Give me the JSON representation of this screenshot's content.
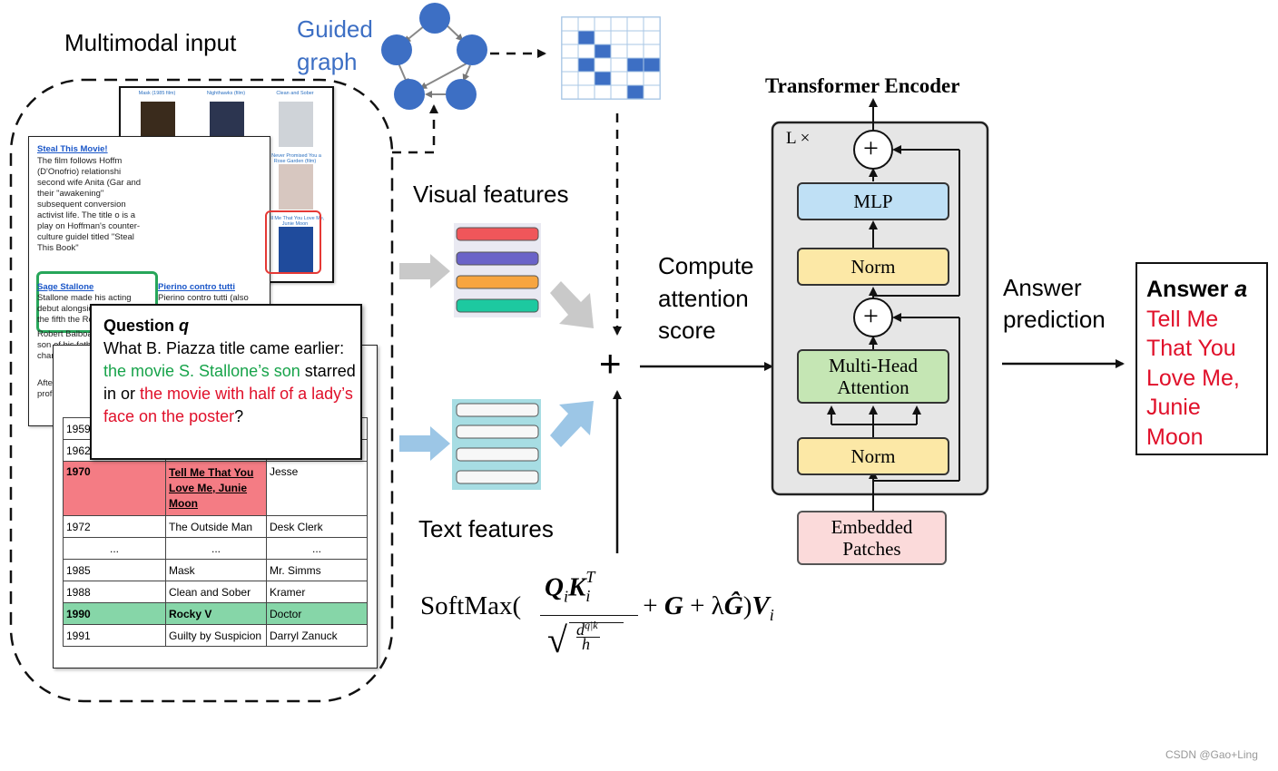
{
  "title": "Multimodal input",
  "guided_graph_label": "Guided\ngraph",
  "visual_features_label": "Visual features",
  "text_features_label": "Text features",
  "compute_label": "Compute\nattention\nscore",
  "answer_prediction_label": "Answer\nprediction",
  "plus_symbol": "+",
  "formula": {
    "softmax": "SoftMax(",
    "num": "Q",
    "num_sub": "i",
    "k": "K",
    "k_sup": "T",
    "k_sub": "i",
    "den_d": "d",
    "den_sup": "q|k",
    "den_h": "h",
    "tail_plus1": " + ",
    "g": "G",
    "tail_plus2": " + λ",
    "ghat": "Ĝ",
    "close": ")",
    "v": "V",
    "v_sub": "i"
  },
  "transformer": {
    "title": "Transformer Encoder",
    "repeat": "L ×",
    "mlp": "MLP",
    "norm_top": "Norm",
    "mha": "Multi-Head\nAttention",
    "norm_bottom": "Norm",
    "embedded": "Embedded\nPatches",
    "add_symbol": "+"
  },
  "question": {
    "heading": "Question",
    "var": "q",
    "p1": "What B. Piazza title came earlier: ",
    "green": "the movie S. Stallone’s son",
    "p2": " starred in or ",
    "red": "the movie with half of a lady’s face on the poster",
    "p3": "?"
  },
  "answer": {
    "heading": "Answer",
    "var": "a",
    "text": "Tell Me\nThat You\nLove Me,\nJunie\nMoon"
  },
  "wiki": {
    "title": "Steal This Movie!",
    "para1": "The film follows Hoffm (D'Onofrio) relationshi second wife Anita (Gar and their \"awakening\" subsequent conversion activist life. The title o is a play on Hoffman's counter-culture guidel titled \"Steal This Book\"",
    "sage_title": "Sage Stallone",
    "sage_text": "Stallone made his acting debut alongside his (1990), the fifth the Rocky fran",
    "pierino_title": "Pierino contro tutti",
    "pierino_text": "Pierino contro tutti (also known",
    "para3": "Robert Balboa son of his fath character. He",
    "para4": "After that, he profile films."
  },
  "posters": [
    {
      "title": "Mask (1985 film)"
    },
    {
      "title": "Nighthawks (film)"
    },
    {
      "title": "Clean and Sober"
    },
    {
      "title": "No Exit (1962 film)"
    },
    {
      "title": "The Blues Brothers (film)"
    },
    {
      "title": "I Never Promised You a Rose Garden (film)"
    },
    {
      "title": "Rocky V"
    },
    {
      "title": "The Concorde ... Airport '79"
    },
    {
      "title": "Tell Me That You Love Me, Junie Moon"
    }
  ],
  "table_rows": [
    {
      "year": "1959",
      "title": "",
      "role": ""
    },
    {
      "year": "1962",
      "title": "",
      "role": ""
    },
    {
      "year": "1970",
      "title": "Tell Me That You Love Me, Junie Moon",
      "role": "Jesse"
    },
    {
      "year": "1972",
      "title": "The Outside Man",
      "role": "Desk Clerk"
    },
    {
      "year": "...",
      "title": "...",
      "role": "..."
    },
    {
      "year": "1985",
      "title": "Mask",
      "role": "Mr. Simms"
    },
    {
      "year": "1988",
      "title": "Clean and Sober",
      "role": "Kramer"
    },
    {
      "year": "1990",
      "title": "Rocky V",
      "role": "Doctor"
    },
    {
      "year": "1991",
      "title": "Guilty by Suspicion",
      "role": "Darryl Zanuck"
    }
  ],
  "watermark": "CSDN @Gao+Ling",
  "colors": {
    "graph_node": "#3d6fc4",
    "matrix_cell": "#3d6fc4",
    "visual_bars": [
      "#f0565a",
      "#6a63c8",
      "#f7a540",
      "#1dc9a0"
    ],
    "visual_bg": "#e9e9f2",
    "text_bg": "#a7dde3",
    "green": "#17a34a",
    "red": "#e0102a",
    "row_1970": "#f47c84",
    "row_1990": "#86d6a8",
    "mlp": "#bfe0f5",
    "norm": "#fce8a6",
    "mha": "#c5e6b4",
    "embedded": "#fbdada",
    "encoder_bg": "#e6e6e6"
  }
}
